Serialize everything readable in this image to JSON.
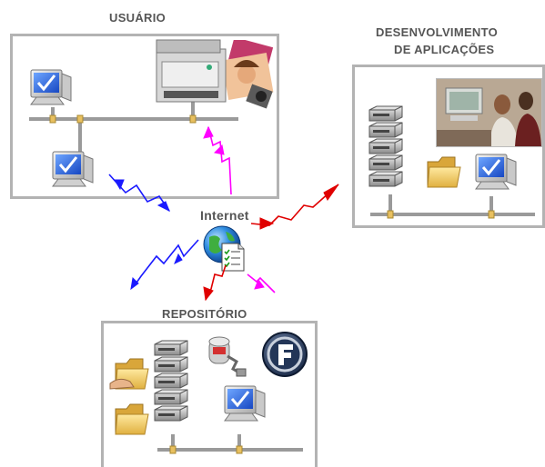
{
  "sections": {
    "user": {
      "label": "USUÁRIO"
    },
    "dev": {
      "line1": "DESENVOLVIMENTO",
      "line2": "DE APLICAÇÕES"
    },
    "repo": {
      "label": "REPOSITÓRIO"
    },
    "internet": {
      "label": "Internet"
    }
  },
  "colors": {
    "user_link": "#1a1aff",
    "dev_link": "#e00000",
    "mix_link": "#ff00ff",
    "bus": "#9a9a9a",
    "connector": "#e8c060",
    "panel_border": "#b3b3b3",
    "label": "#555555"
  },
  "icons": [
    "computer-monitor-icon",
    "printer-icon",
    "photo-icon",
    "server-stack-icon",
    "folder-icon",
    "globe-icon",
    "document-list-icon",
    "database-plug-icon",
    "f-logo-icon"
  ]
}
